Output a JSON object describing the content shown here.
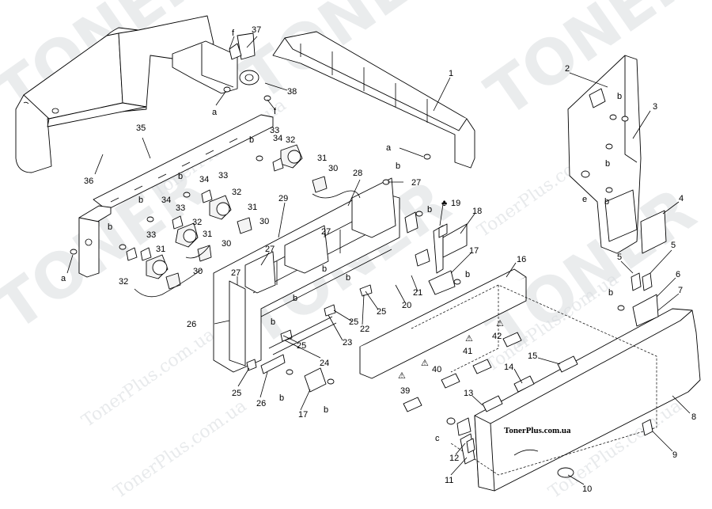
{
  "watermark": {
    "brand_word": "TONER",
    "site": "TonerPlus.com.ua"
  },
  "brand_label": "TonerPlus.com.ua",
  "warning_symbol": "⚠",
  "club_symbol": "♣",
  "callouts": [
    {
      "id": "c1",
      "text": "1"
    },
    {
      "id": "c2",
      "text": "2"
    },
    {
      "id": "c3",
      "text": "3"
    },
    {
      "id": "c4",
      "text": "4"
    },
    {
      "id": "c5a",
      "text": "5"
    },
    {
      "id": "c5b",
      "text": "5"
    },
    {
      "id": "c6",
      "text": "6"
    },
    {
      "id": "c7",
      "text": "7"
    },
    {
      "id": "c8",
      "text": "8"
    },
    {
      "id": "c9",
      "text": "9"
    },
    {
      "id": "c10",
      "text": "10"
    },
    {
      "id": "c11",
      "text": "11"
    },
    {
      "id": "c12",
      "text": "12"
    },
    {
      "id": "c13",
      "text": "13"
    },
    {
      "id": "c14",
      "text": "14"
    },
    {
      "id": "c15",
      "text": "15"
    },
    {
      "id": "c16",
      "text": "16"
    },
    {
      "id": "c17a",
      "text": "17"
    },
    {
      "id": "c17b",
      "text": "17"
    },
    {
      "id": "c18",
      "text": "18"
    },
    {
      "id": "c19",
      "text": "19"
    },
    {
      "id": "c20",
      "text": "20"
    },
    {
      "id": "c21",
      "text": "21"
    },
    {
      "id": "c22",
      "text": "22"
    },
    {
      "id": "c23",
      "text": "23"
    },
    {
      "id": "c24",
      "text": "24"
    },
    {
      "id": "c25a",
      "text": "25"
    },
    {
      "id": "c25b",
      "text": "25"
    },
    {
      "id": "c25c",
      "text": "25"
    },
    {
      "id": "c25d",
      "text": "25"
    },
    {
      "id": "c26a",
      "text": "26"
    },
    {
      "id": "c26b",
      "text": "26"
    },
    {
      "id": "c27a",
      "text": "27"
    },
    {
      "id": "c27b",
      "text": "27"
    },
    {
      "id": "c27c",
      "text": "27"
    },
    {
      "id": "c27d",
      "text": "27"
    },
    {
      "id": "c28",
      "text": "28"
    },
    {
      "id": "c29",
      "text": "29"
    },
    {
      "id": "c30a",
      "text": "30"
    },
    {
      "id": "c30b",
      "text": "30"
    },
    {
      "id": "c30c",
      "text": "30"
    },
    {
      "id": "c30d",
      "text": "30"
    },
    {
      "id": "c31a",
      "text": "31"
    },
    {
      "id": "c31b",
      "text": "31"
    },
    {
      "id": "c31c",
      "text": "31"
    },
    {
      "id": "c31d",
      "text": "31"
    },
    {
      "id": "c32a",
      "text": "32"
    },
    {
      "id": "c32b",
      "text": "32"
    },
    {
      "id": "c32c",
      "text": "32"
    },
    {
      "id": "c32d",
      "text": "32"
    },
    {
      "id": "c33a",
      "text": "33"
    },
    {
      "id": "c33b",
      "text": "33"
    },
    {
      "id": "c33c",
      "text": "33"
    },
    {
      "id": "c33d",
      "text": "33"
    },
    {
      "id": "c34a",
      "text": "34"
    },
    {
      "id": "c34b",
      "text": "34"
    },
    {
      "id": "c34c",
      "text": "34"
    },
    {
      "id": "c35",
      "text": "35"
    },
    {
      "id": "c36",
      "text": "36"
    },
    {
      "id": "c37",
      "text": "37"
    },
    {
      "id": "c38",
      "text": "38"
    },
    {
      "id": "c39",
      "text": "39"
    },
    {
      "id": "c40",
      "text": "40"
    },
    {
      "id": "c41",
      "text": "41"
    },
    {
      "id": "c42",
      "text": "42"
    },
    {
      "id": "ca1",
      "text": "a"
    },
    {
      "id": "ca2",
      "text": "a"
    },
    {
      "id": "ca3",
      "text": "a"
    },
    {
      "id": "cb1",
      "text": "b"
    },
    {
      "id": "cb2",
      "text": "b"
    },
    {
      "id": "cb3",
      "text": "b"
    },
    {
      "id": "cb4",
      "text": "b"
    },
    {
      "id": "cb5",
      "text": "b"
    },
    {
      "id": "cb6",
      "text": "b"
    },
    {
      "id": "cb7",
      "text": "b"
    },
    {
      "id": "cb8",
      "text": "b"
    },
    {
      "id": "cb9",
      "text": "b"
    },
    {
      "id": "cb10",
      "text": "b"
    },
    {
      "id": "cb11",
      "text": "b"
    },
    {
      "id": "cb12",
      "text": "b"
    },
    {
      "id": "cb13",
      "text": "b"
    },
    {
      "id": "cb14",
      "text": "b"
    },
    {
      "id": "cb15",
      "text": "b"
    },
    {
      "id": "cb16",
      "text": "b"
    },
    {
      "id": "cb17",
      "text": "b"
    },
    {
      "id": "cc1",
      "text": "c"
    },
    {
      "id": "ce1",
      "text": "e"
    },
    {
      "id": "cf1",
      "text": "f"
    },
    {
      "id": "cf2",
      "text": "f"
    }
  ]
}
